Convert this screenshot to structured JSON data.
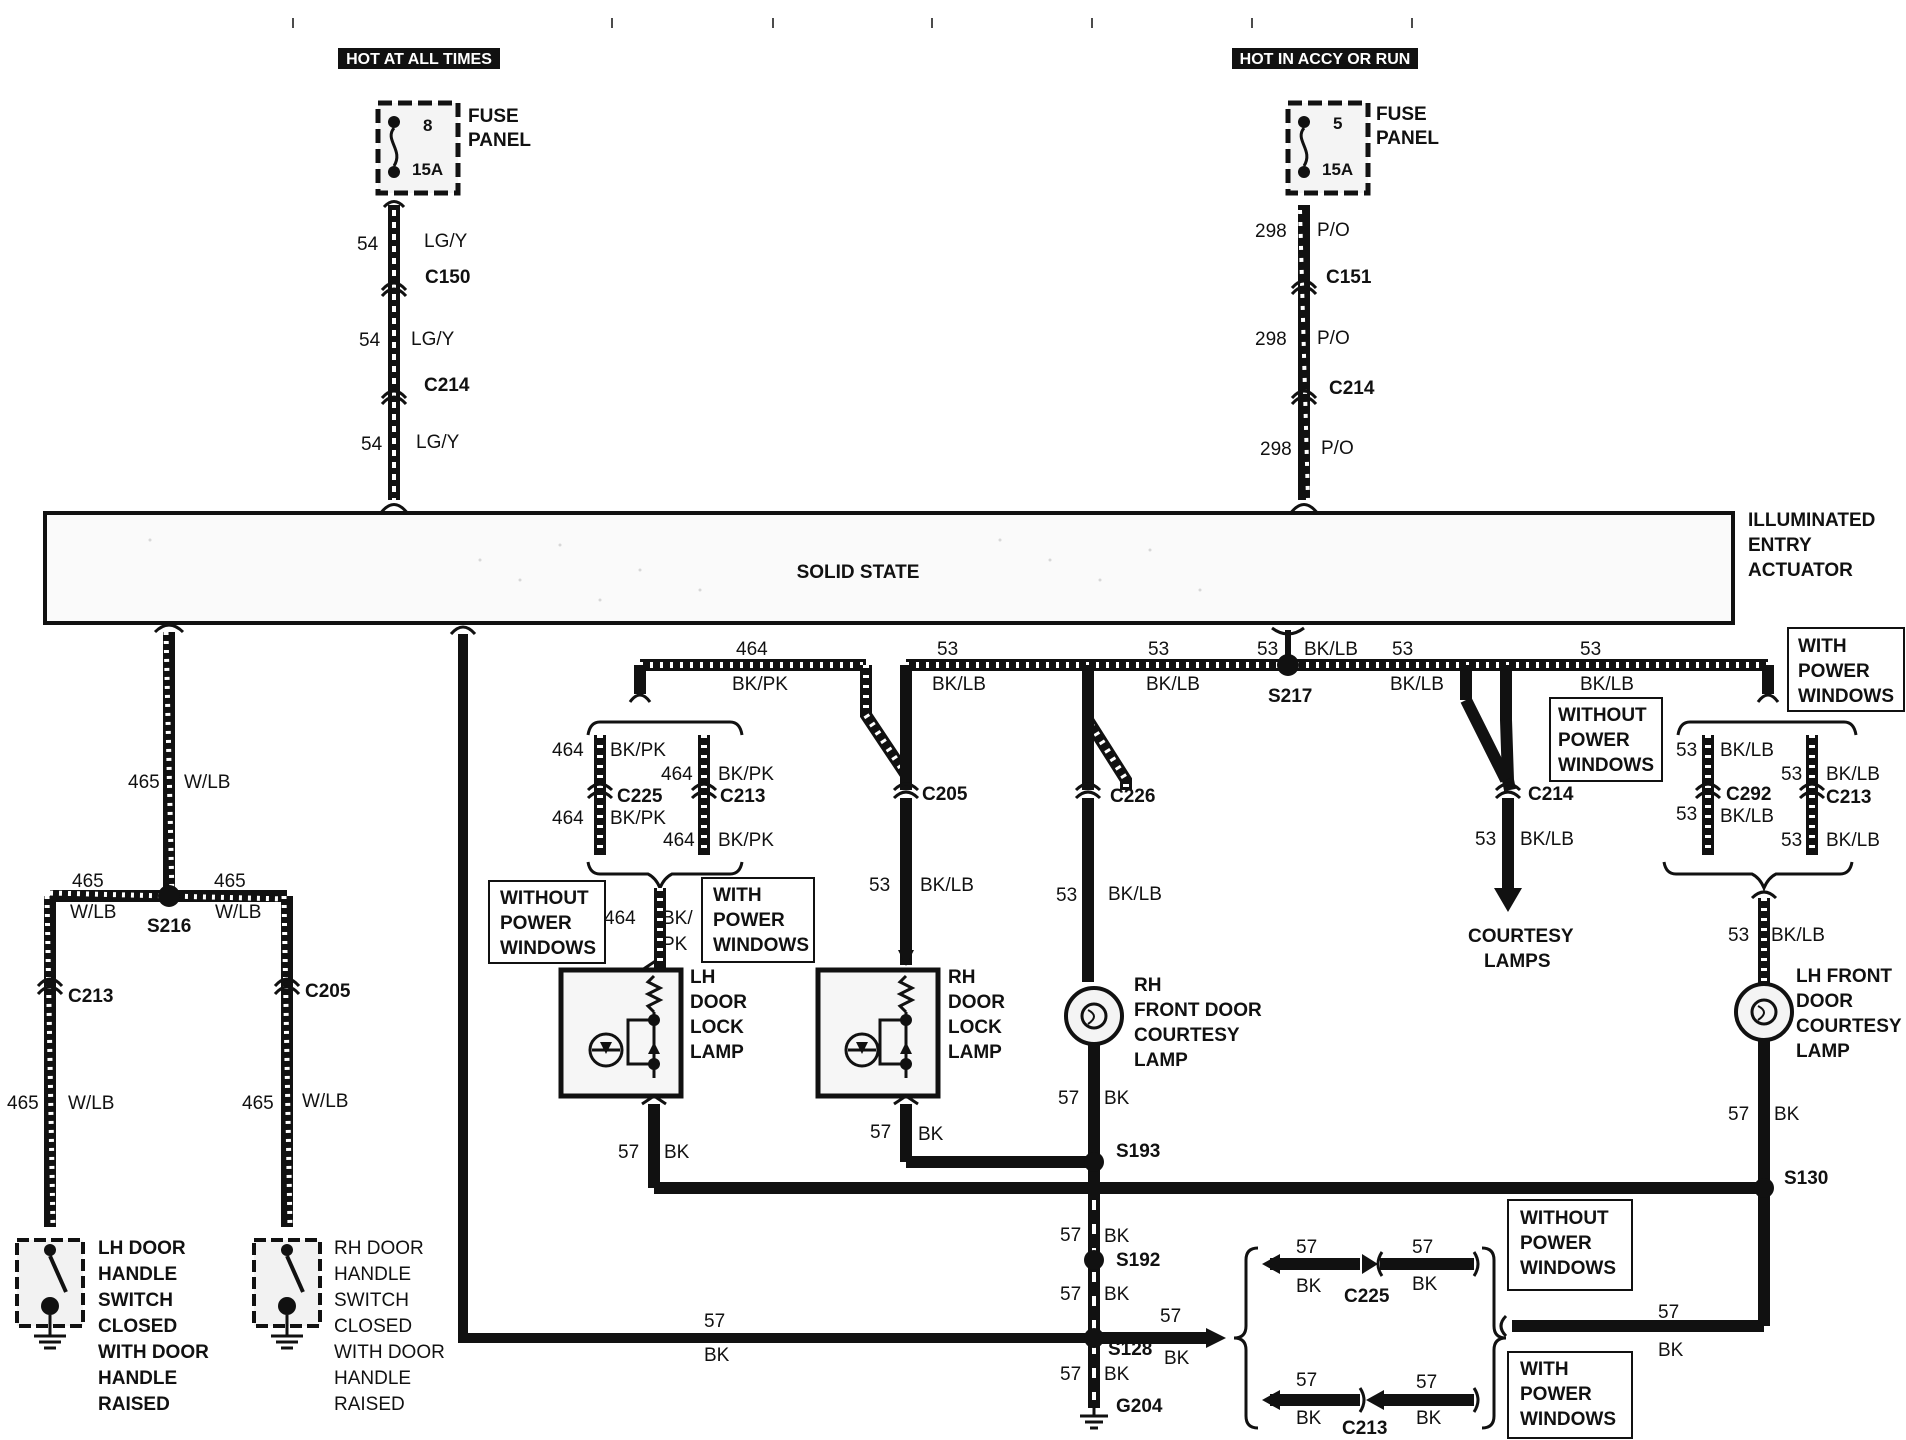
{
  "header": {
    "hot_at_all_times": "HOT AT ALL TIMES",
    "hot_in_accy_or_run": "HOT IN ACCY OR RUN"
  },
  "fuses": {
    "left": {
      "number": "8",
      "rating": "15A",
      "label1": "FUSE",
      "label2": "PANEL"
    },
    "right": {
      "number": "5",
      "rating": "15A",
      "label1": "FUSE",
      "label2": "PANEL"
    }
  },
  "feeds": {
    "left": {
      "circuit": "54",
      "color": "LG/Y",
      "conn1": "C150",
      "conn2": "C214"
    },
    "right": {
      "circuit": "298",
      "color": "P/O",
      "conn1": "C151",
      "conn2": "C214"
    }
  },
  "module": {
    "center": "SOLID STATE",
    "name1": "ILLUMINATED",
    "name2": "ENTRY",
    "name3": "ACTUATOR"
  },
  "door_switch_circuit": {
    "circuit": "465",
    "color": "W/LB",
    "splice": "S216",
    "left_conn": "C213",
    "right_conn": "C205",
    "lh_switch": [
      "LH  DOOR",
      "HANDLE",
      "SWITCH",
      "CLOSED",
      "WITH  DOOR",
      "HANDLE",
      "RAISED"
    ],
    "rh_switch": [
      "RH  DOOR",
      "HANDLE",
      "SWITCH",
      "CLOSED",
      "WITH  DOOR",
      "HANDLE",
      "RAISED"
    ]
  },
  "lamp_circuit": {
    "c464": "464",
    "c464_color": "BK/PK",
    "c464_color_a": "BK/",
    "c464_color_b": "PK",
    "c53": "53",
    "c53_color": "BK/LB",
    "splice_s217": "S217",
    "c225": "C225",
    "c213": "C213",
    "c205": "C205",
    "c226": "C226",
    "c214": "C214",
    "c292": "C292"
  },
  "option_labels": {
    "without_pw": [
      "WITHOUT",
      "POWER",
      "WINDOWS"
    ],
    "with_pw": [
      "WITH",
      "POWER",
      "WINDOWS"
    ]
  },
  "lamps": {
    "lh_lock": [
      "LH",
      "DOOR",
      "LOCK",
      "LAMP"
    ],
    "rh_lock": [
      "RH",
      "DOOR",
      "LOCK",
      "LAMP"
    ],
    "rh_courtesy": [
      "RH",
      "FRONT DOOR",
      "COURTESY",
      "LAMP"
    ],
    "lh_courtesy": [
      "LH FRONT",
      "DOOR",
      "COURTESY",
      "LAMP"
    ],
    "courtesy_lamps": [
      "COURTESY",
      "LAMPS"
    ]
  },
  "ground_circuit": {
    "circuit": "57",
    "color": "BK",
    "s193": "S193",
    "s130": "S130",
    "s192": "S192",
    "s128": "S128",
    "g204": "G204",
    "c225": "C225",
    "c213": "C213"
  }
}
